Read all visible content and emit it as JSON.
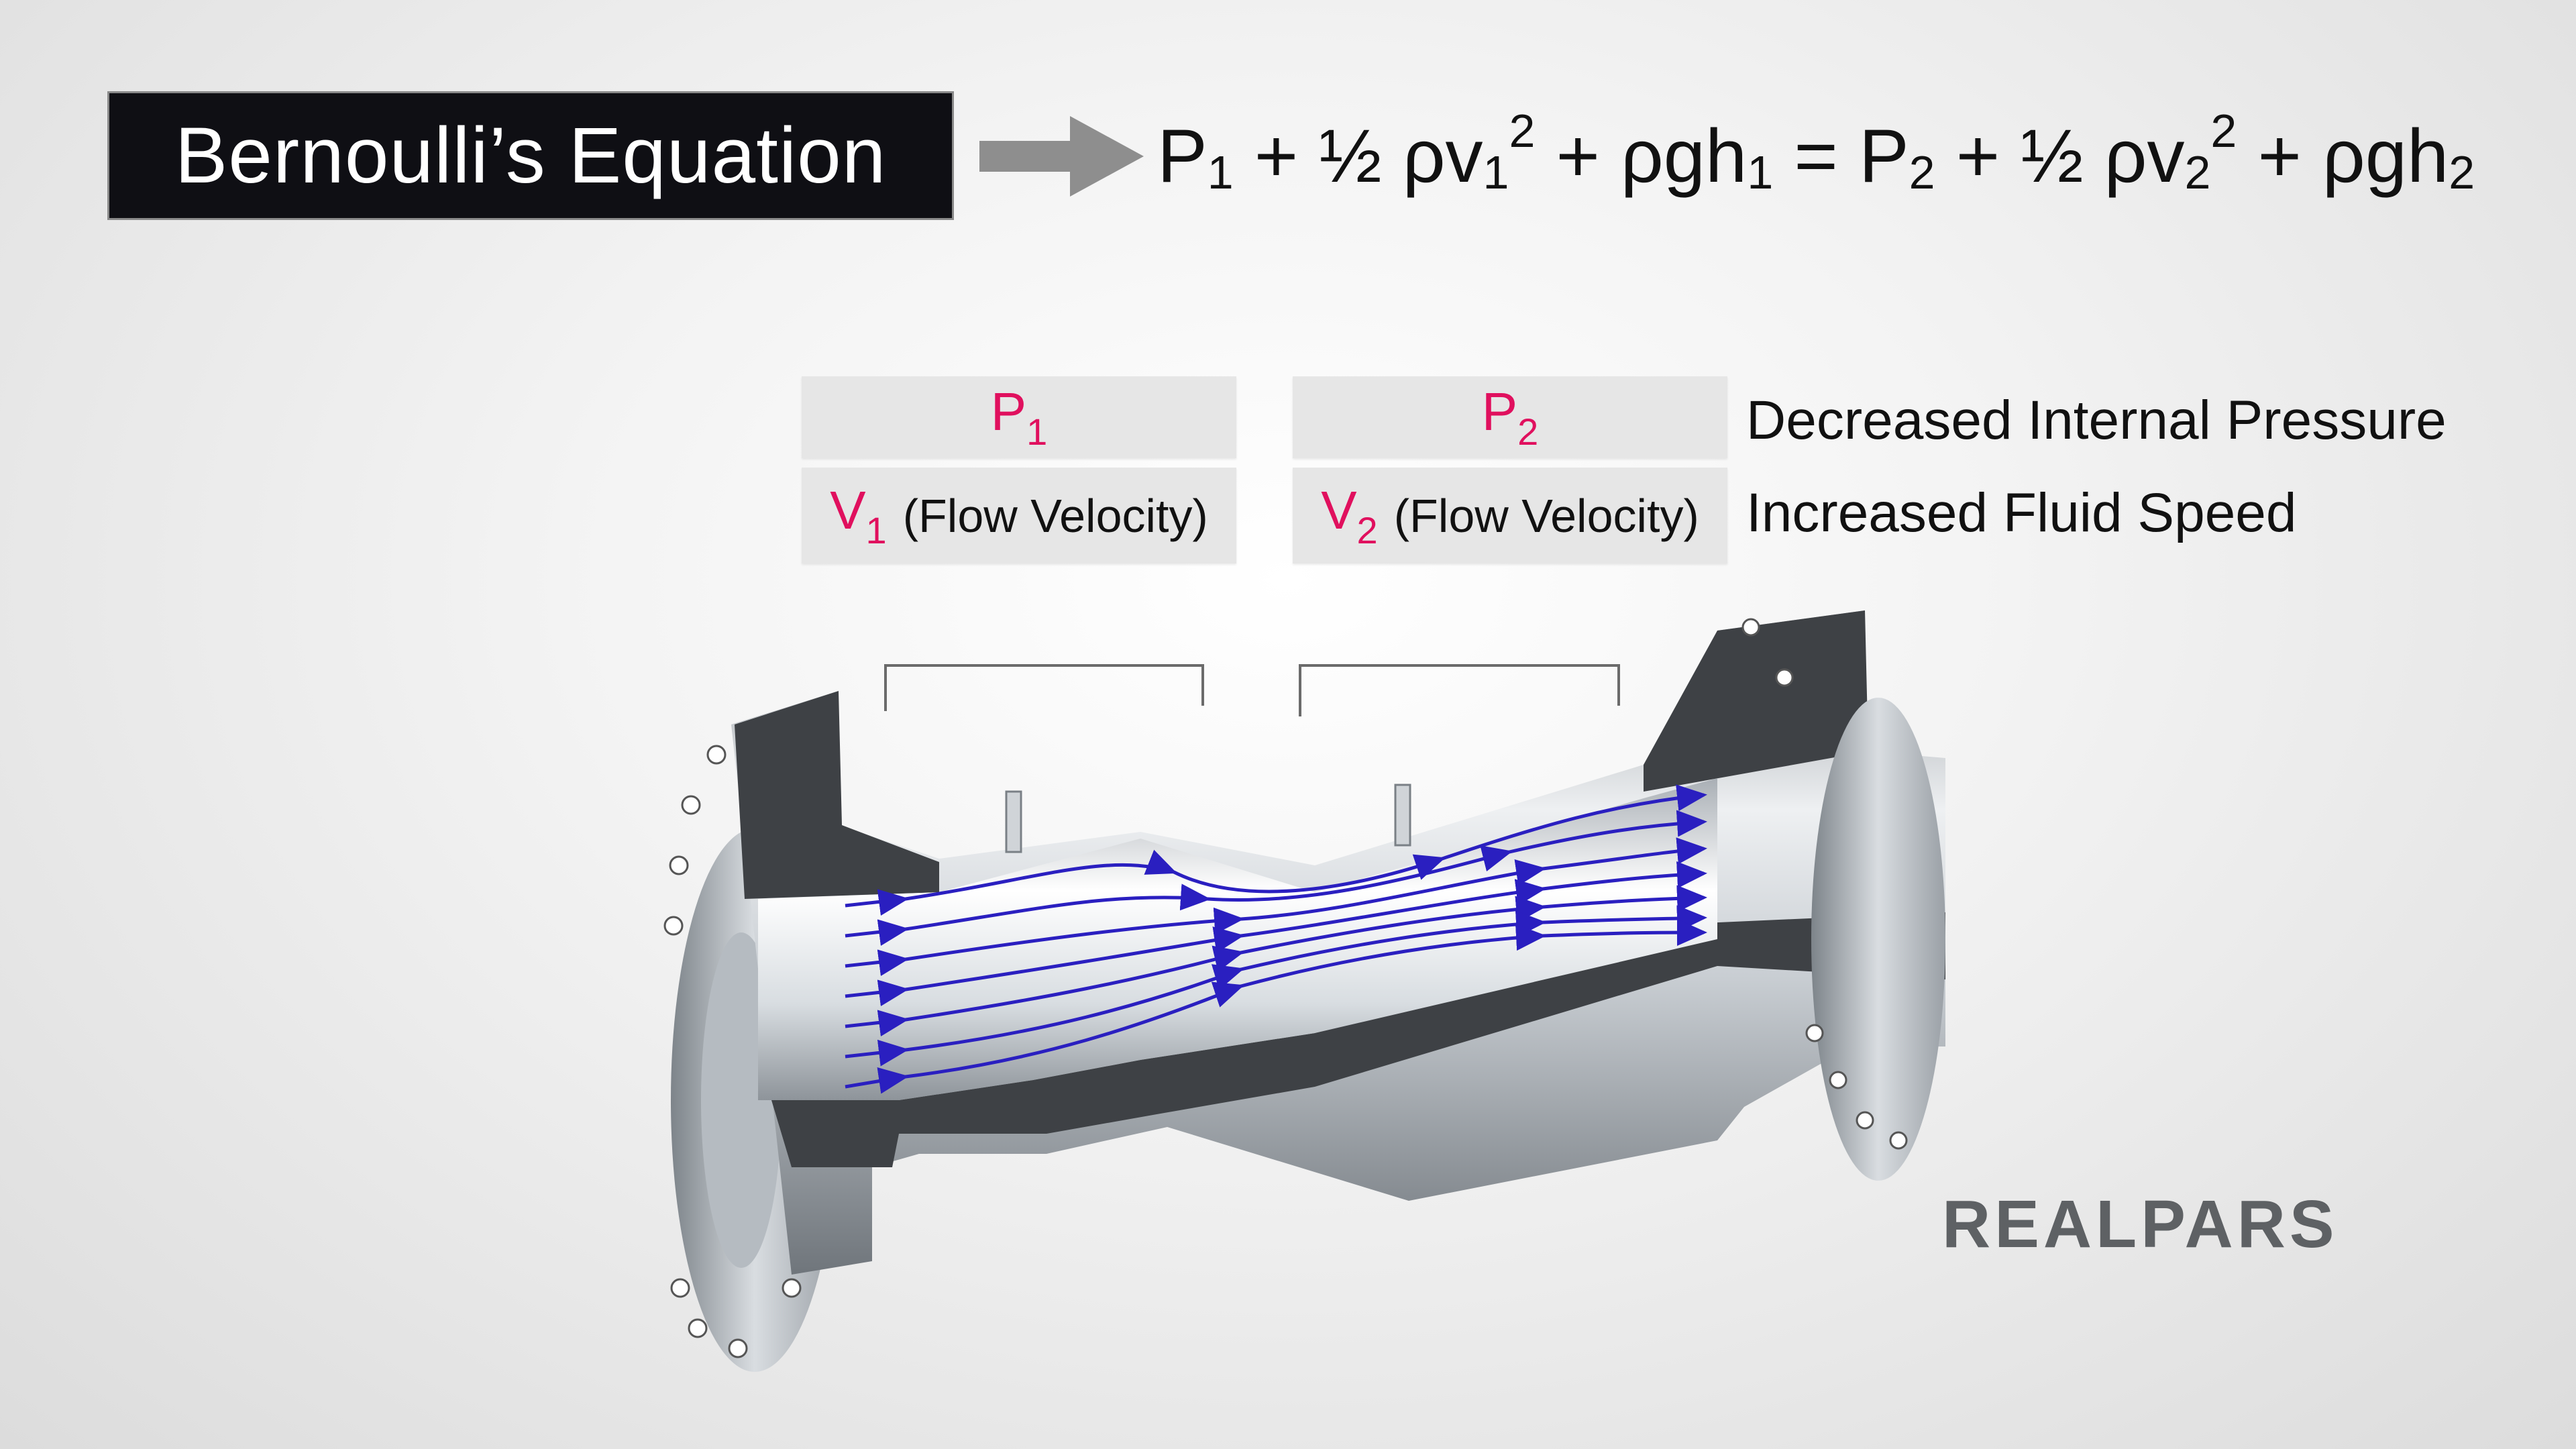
{
  "title": "Bernoulli’s Equation",
  "equation": {
    "p1": "P",
    "p1_sub": "1",
    "half1": "+ ½ ρv",
    "v1_sub": "1",
    "v1_sup": "2",
    "rho_gh1": "+ ρgh",
    "h1_sub": "1",
    "equals": "=",
    "p2": "P",
    "p2_sub": "2",
    "half2": "+ ½ ρv",
    "v2_sub": "2",
    "v2_sup": "2",
    "rho_gh2": "+ ρgh",
    "h2_sub": "2"
  },
  "table": {
    "p1_label": "P",
    "p1_sub": "1",
    "p2_label": "P",
    "p2_sub": "2",
    "v1_label": "V",
    "v1_sub": "1",
    "v2_label": "V",
    "v2_sub": "2",
    "flow_velocity": "(Flow Velocity)",
    "decreased_pressure": "Decreased Internal Pressure",
    "increased_speed": "Increased Fluid Speed"
  },
  "logo": "REALPARS",
  "colors": {
    "accent": "#e0105e",
    "flow_lines": "#2a1fc0",
    "title_bg": "#0f0f14"
  }
}
